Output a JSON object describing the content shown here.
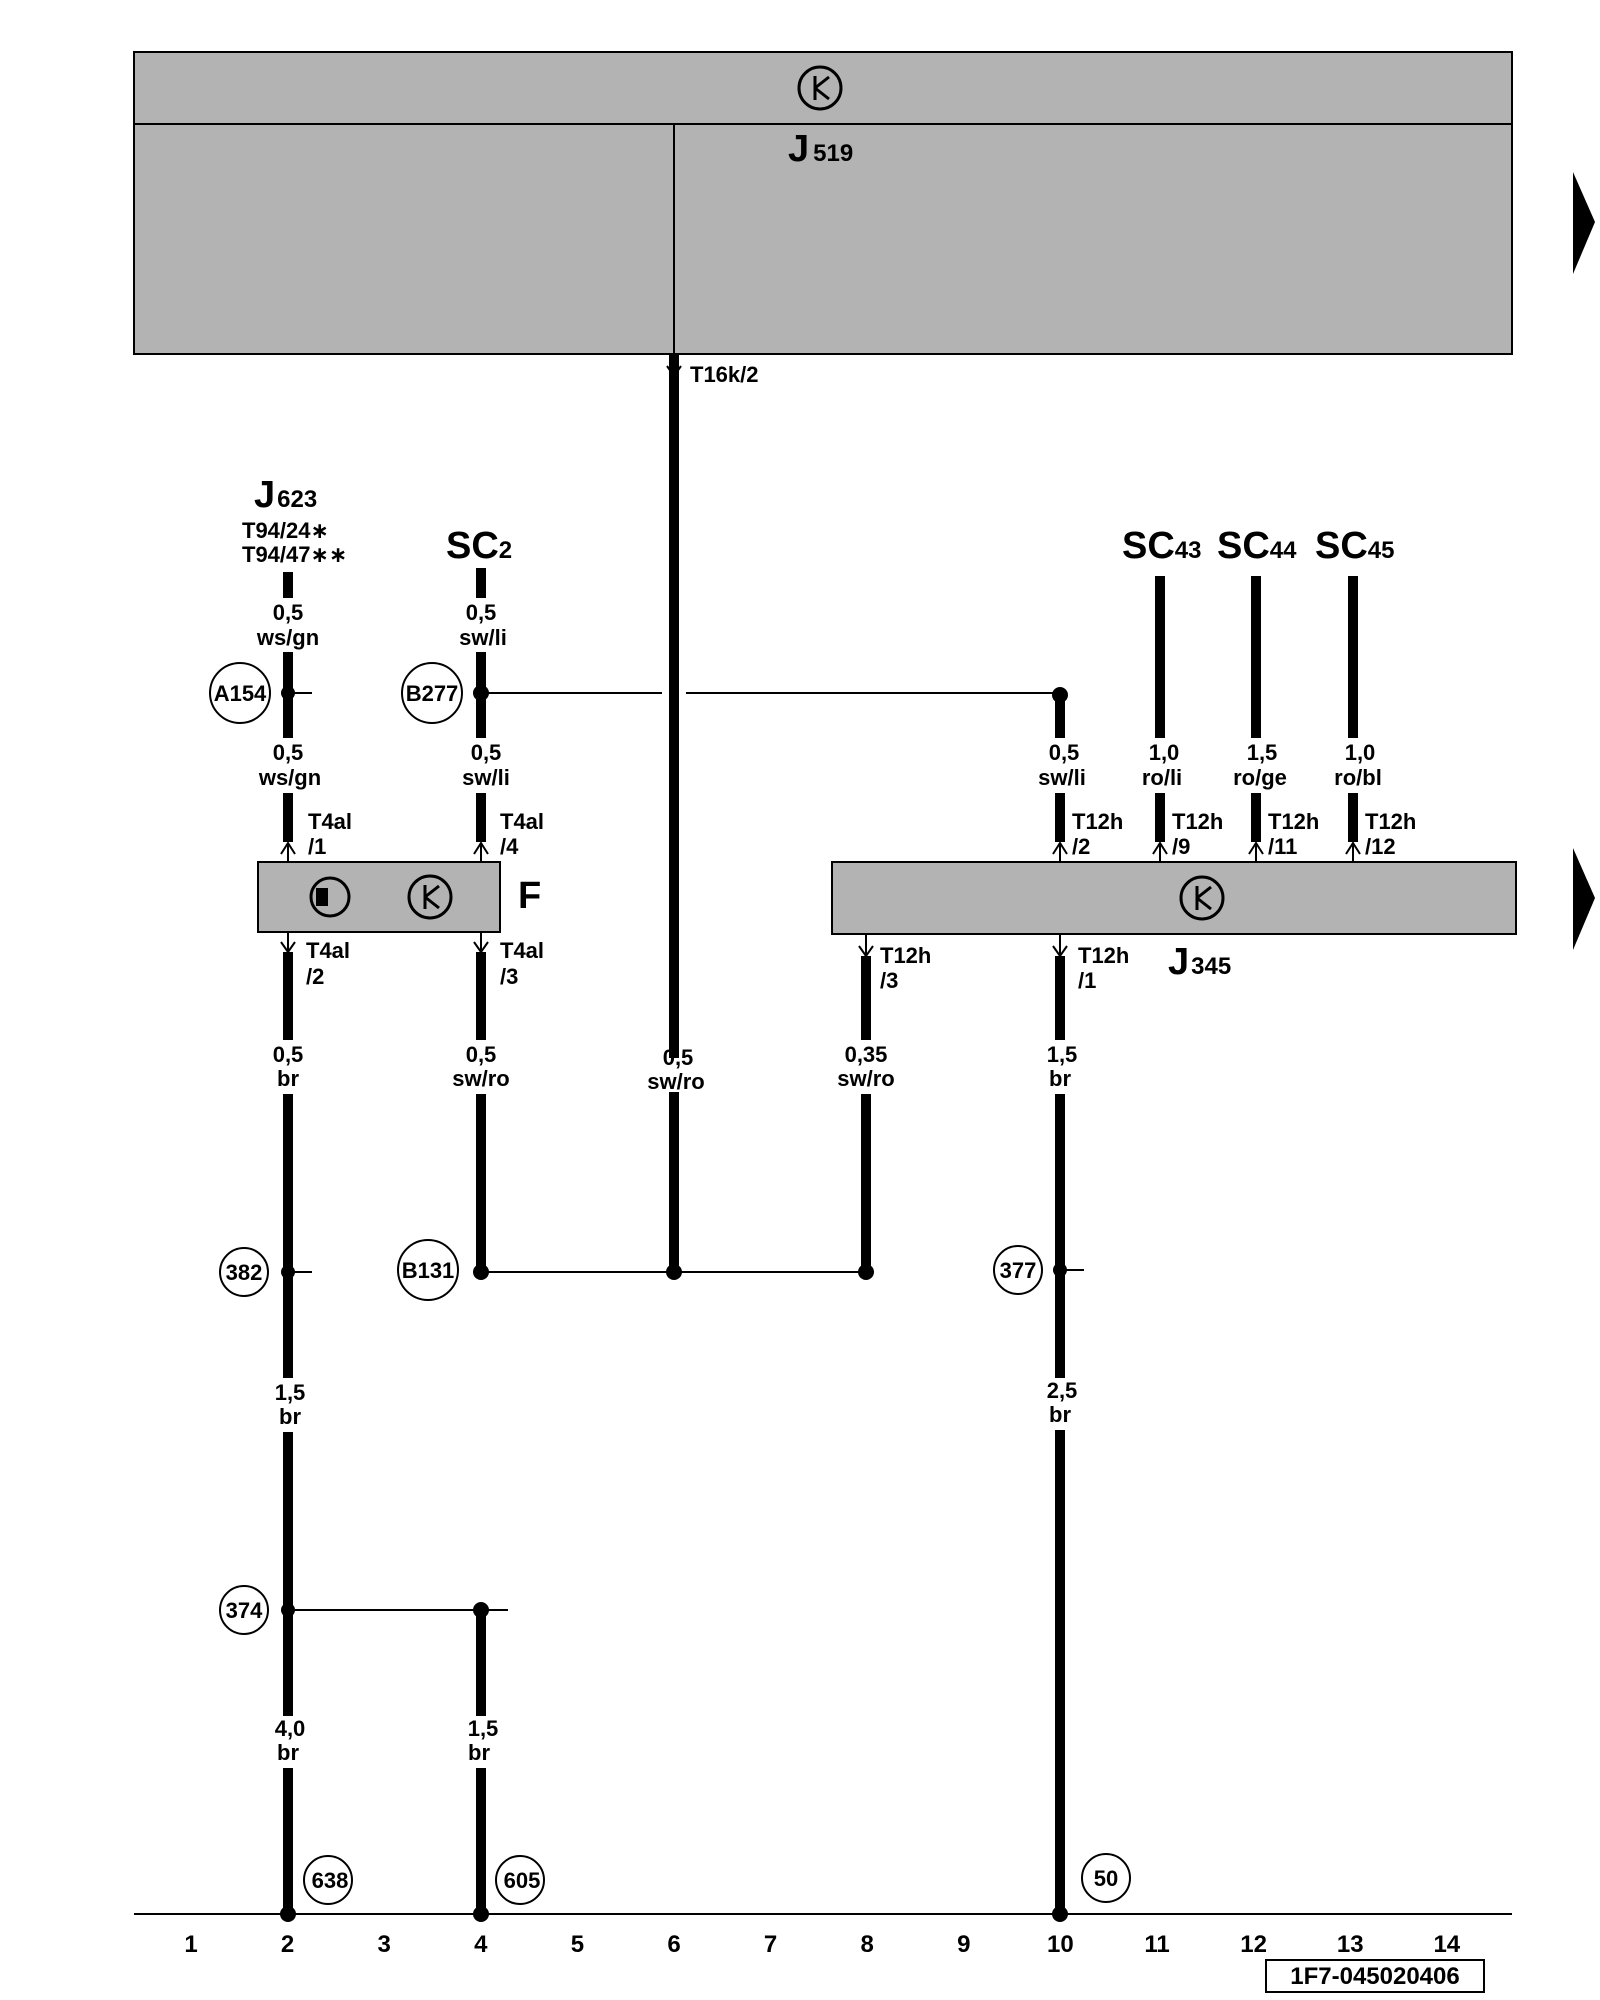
{
  "components": {
    "J519": {
      "name": "J",
      "sub": "519"
    },
    "J623": {
      "name": "J",
      "sub": "623",
      "pins": [
        "T94/24∗",
        "T94/47∗∗"
      ]
    },
    "SC2": {
      "name": "SC",
      "sub": "2"
    },
    "SC43": {
      "name": "SC",
      "sub": "43"
    },
    "SC44": {
      "name": "SC",
      "sub": "44"
    },
    "SC45": {
      "name": "SC",
      "sub": "45"
    },
    "F": {
      "name": "F"
    },
    "J345": {
      "name": "J",
      "sub": "345"
    }
  },
  "connectors": {
    "t16k_2": "T16k/2",
    "t4al_1": [
      "T4al",
      "/1"
    ],
    "t4al_4": [
      "T4al",
      "/4"
    ],
    "t4al_2": [
      "T4al",
      "/2"
    ],
    "t4al_3": [
      "T4al",
      "/3"
    ],
    "t12h_2": [
      "T12h",
      "/2"
    ],
    "t12h_9": [
      "T12h",
      "/9"
    ],
    "t12h_11": [
      "T12h",
      "/11"
    ],
    "t12h_12": [
      "T12h",
      "/12"
    ],
    "t12h_3": [
      "T12h",
      "/3"
    ],
    "t12h_1": [
      "T12h",
      "/1"
    ]
  },
  "wires": {
    "w1": [
      "0,5",
      "ws/gn"
    ],
    "w2": [
      "0,5",
      "ws/gn"
    ],
    "w3": [
      "0,5",
      "sw/li"
    ],
    "w4": [
      "0,5",
      "sw/li"
    ],
    "w5": [
      "0,5",
      "sw/li"
    ],
    "w6": [
      "1,0",
      "ro/li"
    ],
    "w7": [
      "1,5",
      "ro/ge"
    ],
    "w8": [
      "1,0",
      "ro/bl"
    ],
    "w9": [
      "0,5",
      "br"
    ],
    "w10": [
      "0,5",
      "sw/ro"
    ],
    "w11": [
      "0,5",
      "sw/ro"
    ],
    "w12": [
      "0,35",
      "sw/ro"
    ],
    "w13": [
      "1,5",
      "br"
    ],
    "w14": [
      "1,5",
      "br"
    ],
    "w15": [
      "2,5",
      "br"
    ],
    "w16": [
      "4,0",
      "br"
    ],
    "w17": [
      "1,5",
      "br"
    ]
  },
  "nodes": {
    "A154": "A154",
    "B277": "B277",
    "n382": "382",
    "B131": "B131",
    "n377": "377",
    "n374": "374",
    "n638": "638",
    "n605": "605",
    "n50": "50"
  },
  "columns": [
    "1",
    "2",
    "3",
    "4",
    "5",
    "6",
    "7",
    "8",
    "9",
    "10",
    "11",
    "12",
    "13",
    "14"
  ],
  "diagram_code": "1F7-045020406",
  "colors": {
    "component_fill": "#b3b3b3",
    "line": "#000000",
    "background": "#ffffff"
  }
}
